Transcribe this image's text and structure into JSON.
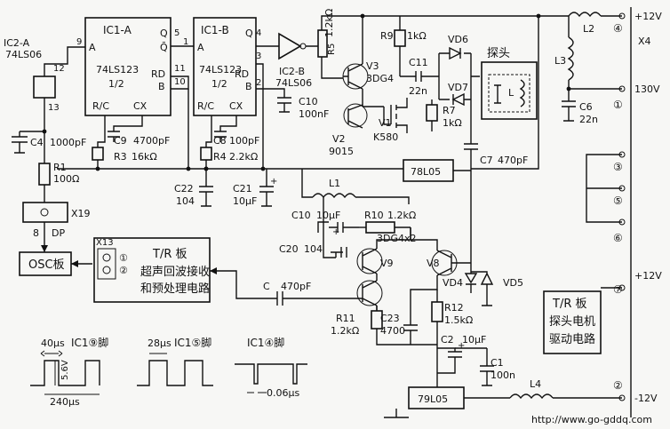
{
  "ic1a": {
    "name": "IC1-A",
    "chip": "74LS123",
    "half": "1/2",
    "pin_a": "A",
    "pin_b": "B",
    "pin_q": "Q",
    "pin_qbar": "Q̄",
    "pin_rd": "RD",
    "pin_rc": "R/C",
    "pin_cx": "CX",
    "p9": "9",
    "p5": "5",
    "p11": "11",
    "p10": "10"
  },
  "ic1b": {
    "name": "IC1-B",
    "chip": "74LS123",
    "half": "1/2",
    "pin_a": "A",
    "pin_b": "B",
    "pin_q": "Q",
    "pin_rd": "RD",
    "pin_rc": "R/C",
    "pin_cx": "CX",
    "p1": "1",
    "p4": "4",
    "p3": "3",
    "p2": "2"
  },
  "ic2a": {
    "name": "IC2-A",
    "chip": "74LS06",
    "p12": "12",
    "p13": "13"
  },
  "ic2b": {
    "name": "IC2-B",
    "chip": "74LS06"
  },
  "parts": {
    "c4": "C4",
    "c4v": "1000pF",
    "r1": "R1",
    "r1v": "100Ω",
    "x19": "X19",
    "pin8": "8",
    "dp": "DP",
    "osc": "OSC板",
    "c9": "C9",
    "c9v": "4700pF",
    "r3": "R3",
    "r3v": "16kΩ",
    "c8": "C8",
    "c8v": "100pF",
    "r4": "R4",
    "r4v": "2.2kΩ",
    "c22": "C22",
    "c22v": "104",
    "c21": "C21",
    "c21v": "10μF",
    "c10a": "C10",
    "c10av": "100nF",
    "r5": "R5",
    "r5v": "1.2kΩ",
    "v3": "V3",
    "v3t": "3DG4",
    "r9": "R9",
    "r9v": "1kΩ",
    "c11": "C11",
    "c11v": "22n",
    "vd6": "VD6",
    "vd7": "VD7",
    "r7": "R7",
    "r7v": "1kΩ",
    "v1": "V1",
    "v1t": "K580",
    "v2": "V2",
    "v2t": "9015",
    "probe": "探头",
    "coil_l": "L",
    "c6": "C6",
    "c6v": "22n",
    "c7": "C7",
    "c7v": "470pF",
    "reg78": "78L05",
    "l1": "L1",
    "l2": "L2",
    "l3": "L3",
    "l4": "L4",
    "c10b": "C10",
    "c10bv": "10μF",
    "r10": "R10",
    "r10v": "1.2kΩ",
    "c20": "C20",
    "c20v": "104",
    "v9t": "3DG4x2",
    "v9": "V9",
    "v8": "V8",
    "vd4": "VD4",
    "vd5": "VD5",
    "x13": "X13",
    "x13p1": "①",
    "x13p2": "②",
    "tr1_l1": "T/R 板",
    "tr1_l2": "超声回波接收",
    "tr1_l3": "和预处理电路",
    "c_in": "C",
    "c_inv": "470pF",
    "r11": "R11",
    "r11v": "1.2kΩ",
    "c23": "C23",
    "c23v": "4700",
    "r12": "R12",
    "r12v": "1.5kΩ",
    "c2": "C2",
    "c2v": "10μF",
    "c1": "C1",
    "c1v": "100n",
    "reg79": "79L05",
    "tr2_l1": "T/R 板",
    "tr2_l2": "探头电机",
    "tr2_l3": "驱动电路"
  },
  "connector": {
    "name": "X4",
    "pins": [
      {
        "num": "④",
        "label": "+12V"
      },
      {
        "num": "①",
        "label": "130V"
      },
      {
        "num": "③",
        "label": ""
      },
      {
        "num": "⑤",
        "label": ""
      },
      {
        "num": "⑥",
        "label": ""
      },
      {
        "num": "⑦",
        "label": "+12V"
      },
      {
        "num": "②",
        "label": "-12V"
      }
    ]
  },
  "waveforms": {
    "w1_top": "40μs",
    "w1_title": "IC1⑨脚",
    "w1_amp": "5.6V",
    "w1_period": "240μs",
    "w2_top": "28μs",
    "w2_title": "IC1⑤脚",
    "w3_title": "IC1④脚",
    "w3_pulse": "0.06μs"
  },
  "watermark": "http://www.go-gddq.com"
}
